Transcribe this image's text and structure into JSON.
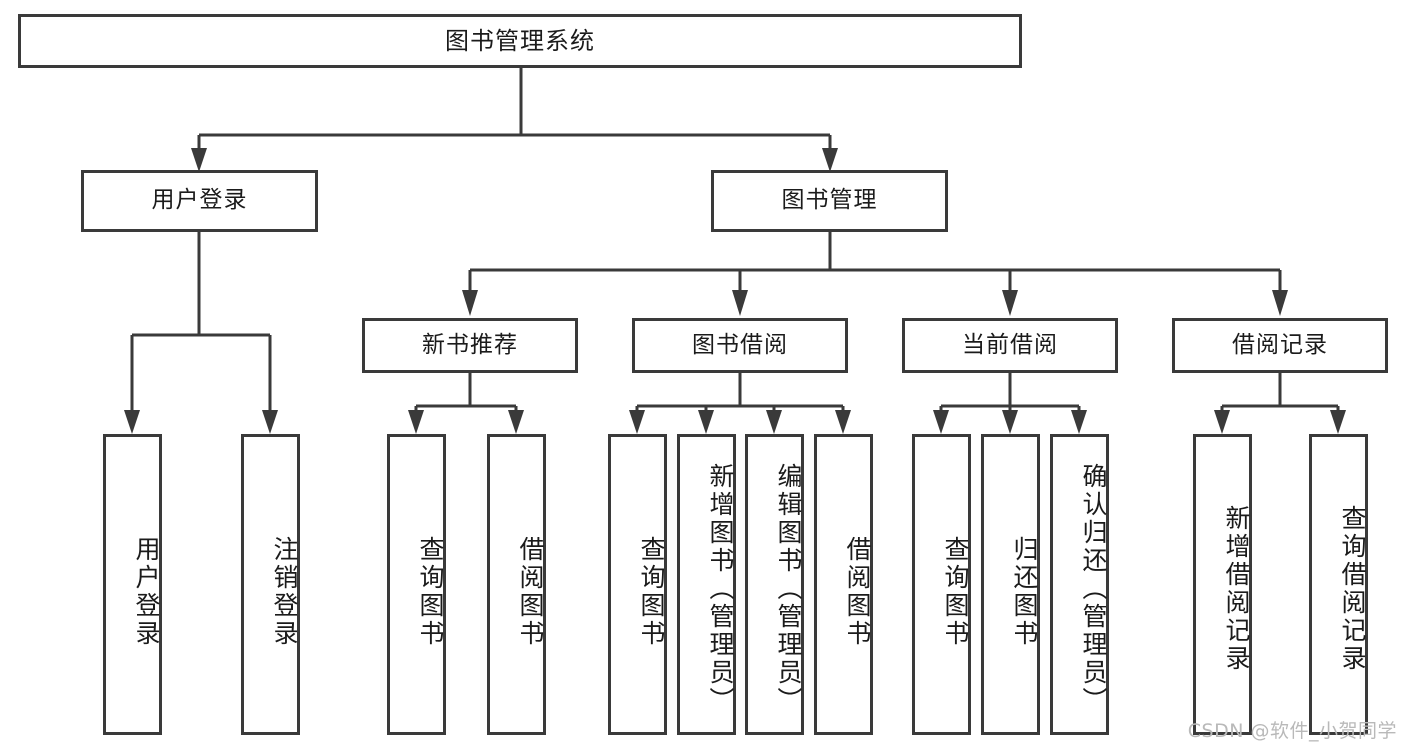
{
  "diagram": {
    "title": "图书管理系统",
    "type": "hierarchy-tree",
    "orientation": "top-down",
    "levels": 4,
    "root": {
      "label": "图书管理系统"
    },
    "level2": [
      {
        "label": "用户登录"
      },
      {
        "label": "图书管理"
      }
    ],
    "level3": [
      {
        "label": "新书推荐"
      },
      {
        "label": "图书借阅"
      },
      {
        "label": "当前借阅"
      },
      {
        "label": "借阅记录"
      }
    ],
    "leaves": {
      "user_login": [
        {
          "label": "用户登录"
        },
        {
          "label": "注销登录"
        }
      ],
      "new_book_recommend": [
        {
          "label": "查询图书"
        },
        {
          "label": "借阅图书"
        }
      ],
      "book_borrow": [
        {
          "label": "查询图书"
        },
        {
          "label": "新增图书（管理员）"
        },
        {
          "label": "编辑图书（管理员）"
        },
        {
          "label": "借阅图书"
        }
      ],
      "current_borrow": [
        {
          "label": "查询图书"
        },
        {
          "label": "归还图书"
        },
        {
          "label": "确认归还（管理员）"
        }
      ],
      "borrow_record": [
        {
          "label": "新增借阅记录"
        },
        {
          "label": "查询借阅记录"
        }
      ]
    }
  },
  "watermark": {
    "text": "CSDN @软件_小贺同学"
  },
  "colors": {
    "stroke": "#3a3a3a",
    "background": "#ffffff",
    "text": "#1b1b1b",
    "watermark": "#b9b9b9"
  }
}
